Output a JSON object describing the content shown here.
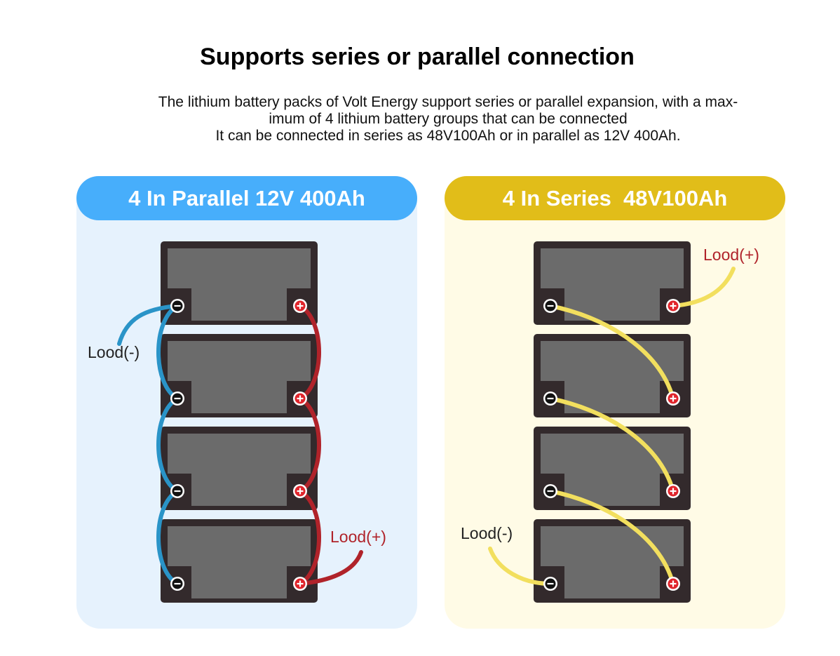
{
  "title": "Supports series or parallel connection",
  "description": {
    "line1": "The lithium battery packs of Volt Energy support series or parallel expansion, with a max-",
    "line2": "imum of 4 lithium battery groups that can be connected",
    "line3": "It can be connected in series as 48V100Ah or in parallel as 12V 400Ah."
  },
  "parallel": {
    "heading": "4 In Parallel 12V 400Ah",
    "load_negative": "Lood(-)",
    "load_positive": "Lood(+)",
    "battery_count": 4
  },
  "series": {
    "heading": "4 In Series  48V100Ah",
    "load_negative": "Lood(-)",
    "load_positive": "Lood(+)",
    "battery_count": 4
  },
  "terminals": {
    "negative": "−",
    "positive": "+"
  },
  "colors": {
    "parallel_accent": "#47aefb",
    "series_accent": "#e1bd19",
    "negative_wire": "#2a94c8",
    "positive_wire": "#b0232a",
    "series_wire": "#f2df5e",
    "battery_body": "#332a2c",
    "battery_face": "#6b6b6b",
    "terminal_red": "#e0242b"
  }
}
